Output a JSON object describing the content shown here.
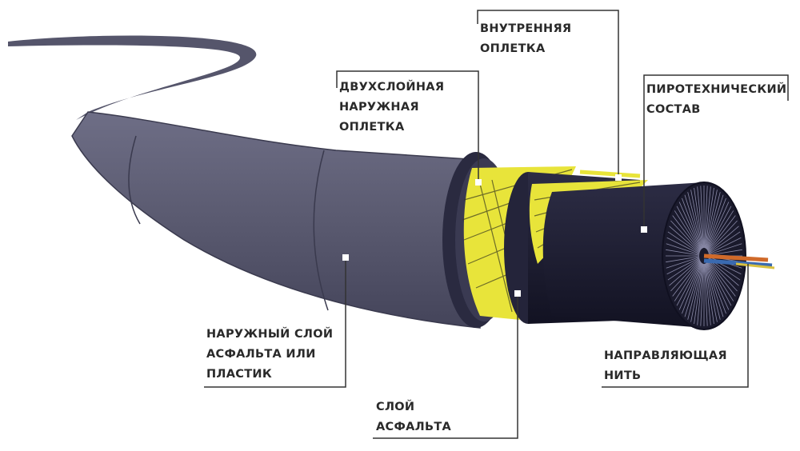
{
  "labels": {
    "inner_braid": [
      "ВНУТРЕННЯЯ",
      "ОПЛЕТКА"
    ],
    "outer_braid": [
      "ДВУХСЛОЙНАЯ",
      "НАРУЖНАЯ",
      "ОПЛЕТКА"
    ],
    "pyro": [
      "ПИРОТЕХНИЧЕСКИЙ",
      "СОСТАВ"
    ],
    "outer_layer": [
      "НАРУЖНЫЙ СЛОЙ",
      "АСФАЛЬТА ИЛИ",
      "ПЛАСТИК"
    ],
    "asphalt_layer": [
      "СЛОЙ",
      "АСФАЛЬТА"
    ],
    "guide_thread": [
      "НАПРАВЛЯЮЩАЯ",
      "НИТЬ"
    ]
  },
  "colors": {
    "sheath": "#5c5c72",
    "core": "#1c1c30",
    "braid": "#e8e43a",
    "line": "#333333"
  }
}
